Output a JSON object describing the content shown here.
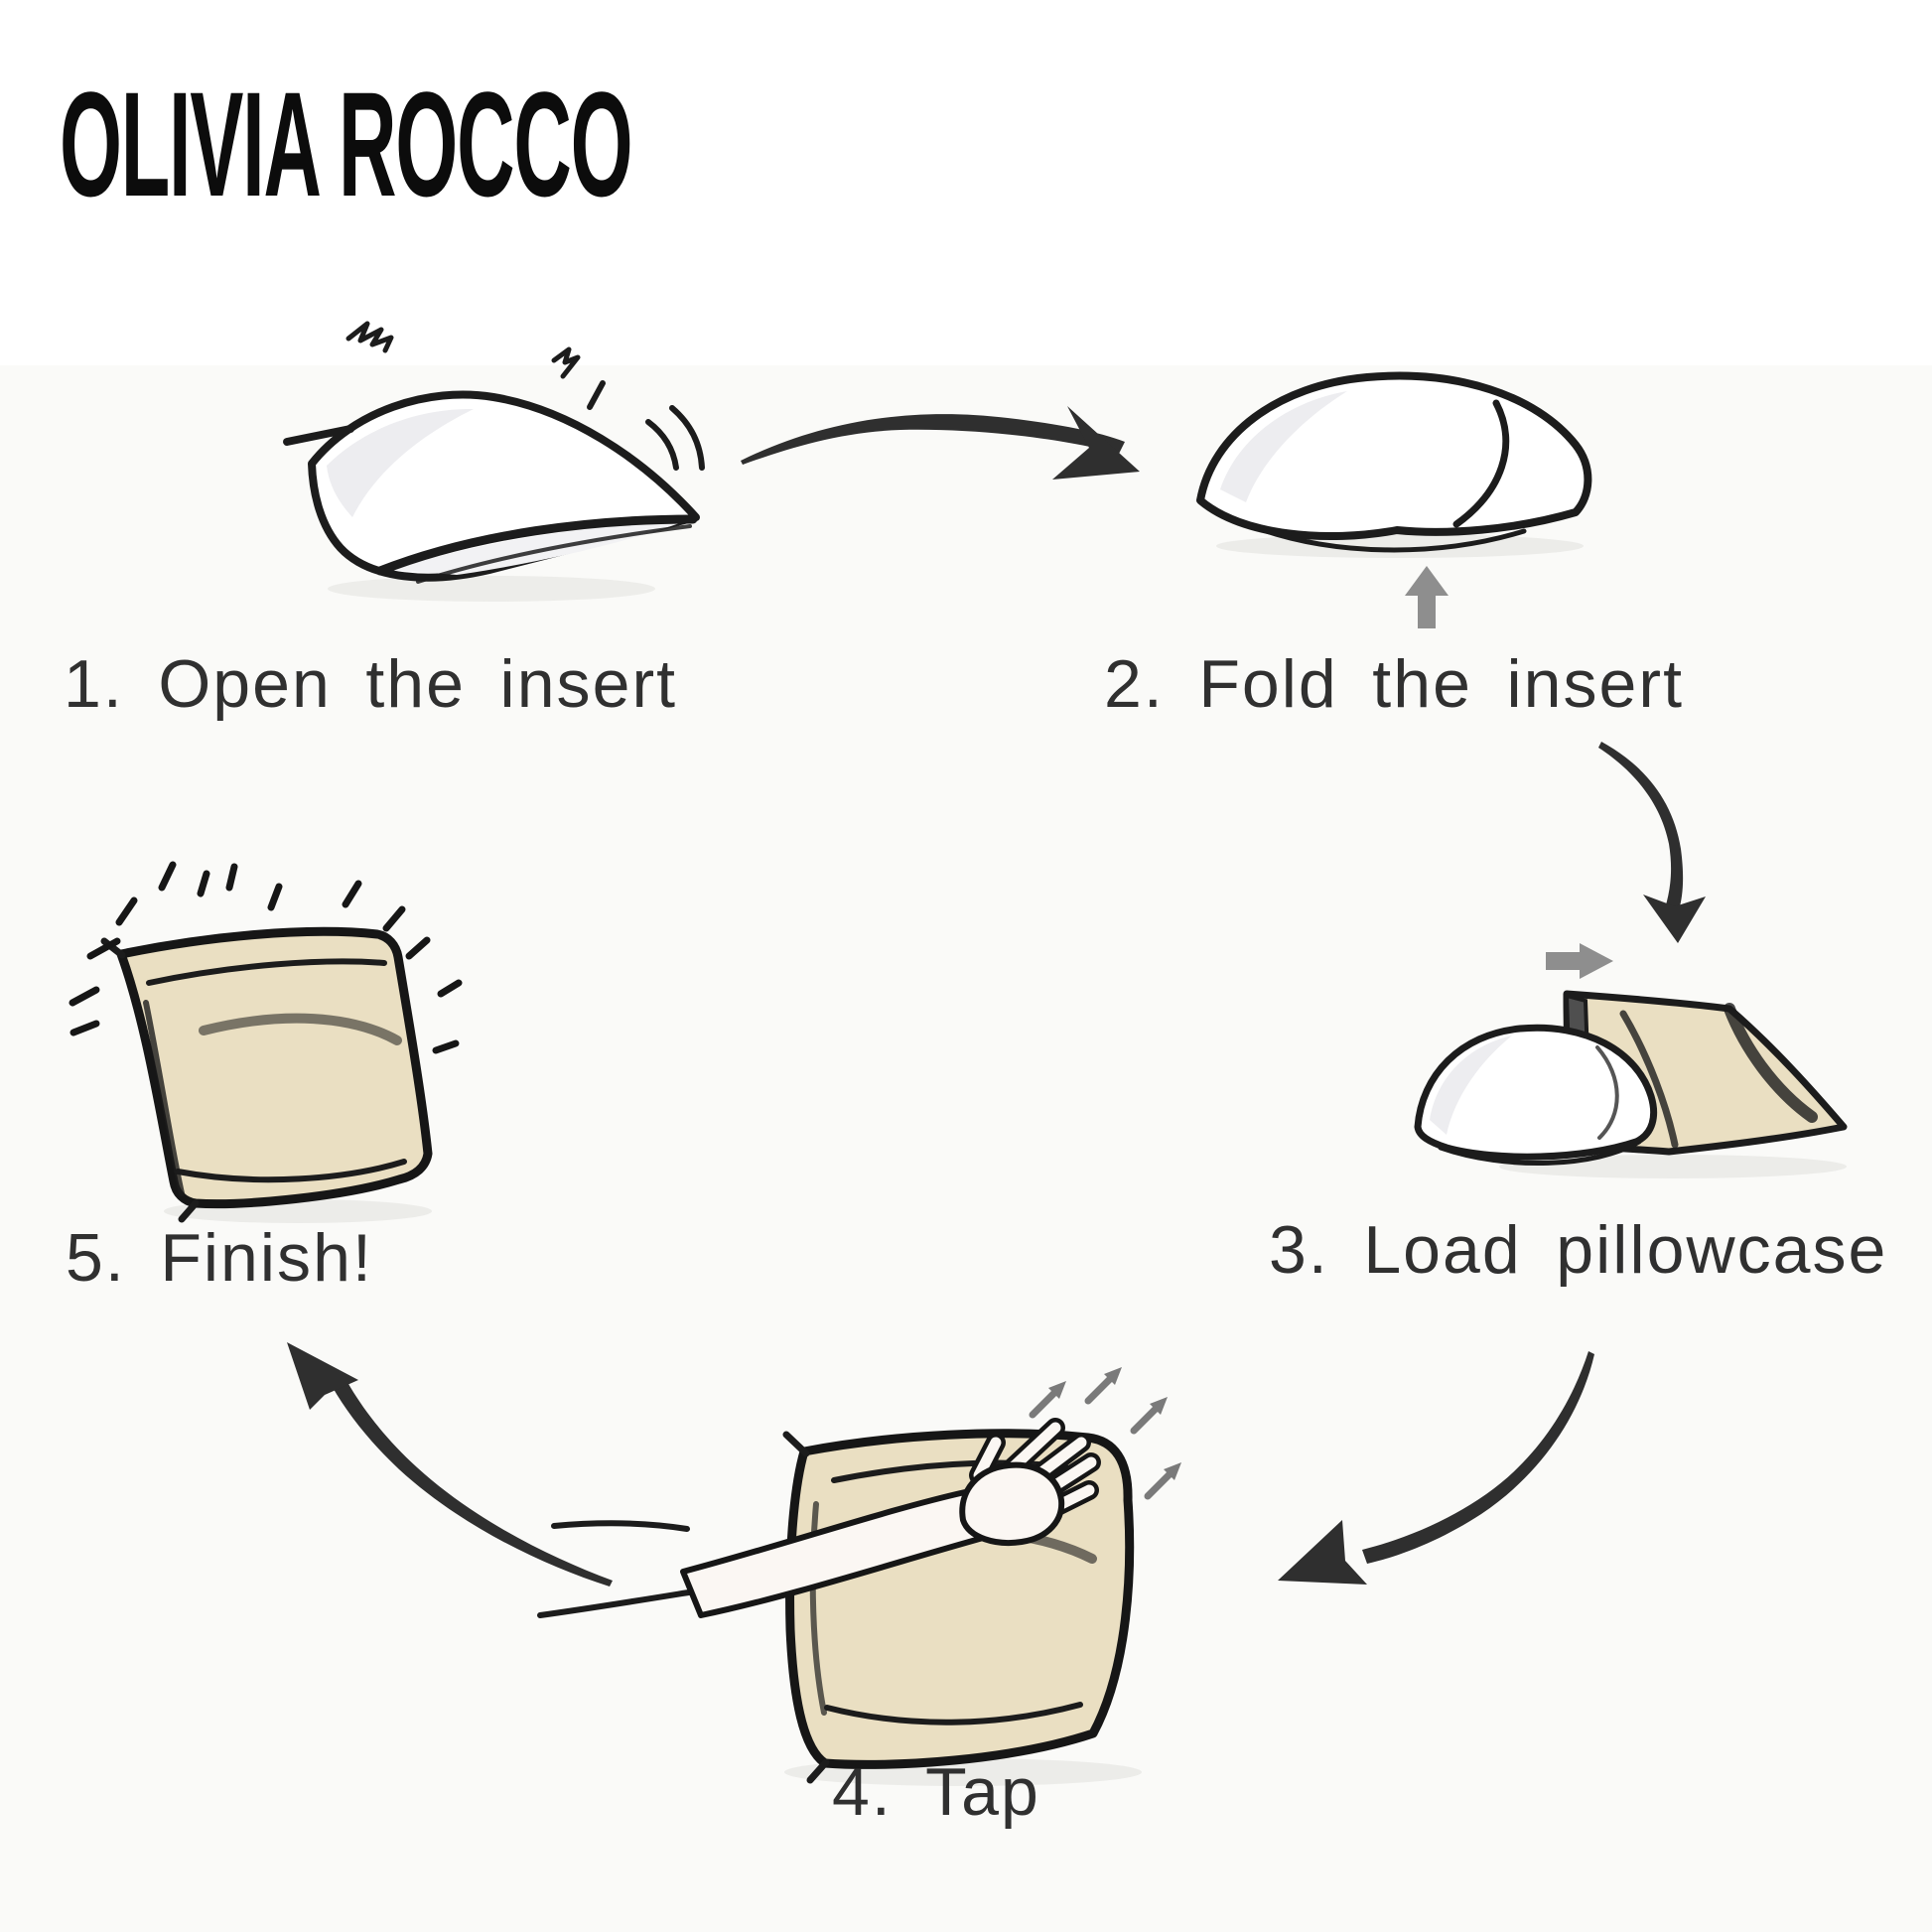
{
  "brand": {
    "logo_text": "OLIVIA ROCCO"
  },
  "steps": [
    {
      "number": "1",
      "label": "1. Open the insert",
      "illustration": "white-pillow-insert-being-fluffed-open"
    },
    {
      "number": "2",
      "label": "2. Fold the insert",
      "illustration": "white-pillow-insert-folded-with-up-arrow"
    },
    {
      "number": "3",
      "label": "3. Load pillowcase",
      "illustration": "folded-insert-sliding-into-beige-pillowcase"
    },
    {
      "number": "4",
      "label": "4. Tap",
      "illustration": "hand-and-arm-tapping-beige-pillow"
    },
    {
      "number": "5",
      "label": "5. Finish!",
      "illustration": "finished-beige-pillow-with-sparkle-dashes"
    }
  ],
  "flow": {
    "type": "cycle",
    "connections": [
      {
        "from": "1",
        "to": "2"
      },
      {
        "from": "2",
        "to": "3"
      },
      {
        "from": "3",
        "to": "4"
      },
      {
        "from": "4",
        "to": "5"
      }
    ]
  },
  "colors": {
    "background": "#ffffff",
    "illustration_band": "#fafaf8",
    "logo_ink": "#0c0c0c",
    "label_text": "#303030",
    "outline_ink": "#1c1c1c",
    "flow_arrow": "#2f2f2f",
    "hint_arrow_gray": "#8e8e8e",
    "tap_motion_arrow": "#7a7a7a",
    "pillow_white": "#ffffff",
    "pillow_white_shade": "#ededf0",
    "pillowcase_beige": "#eadfc2",
    "pillowcase_beige_shade": "#dbcdaa",
    "skin": "#fbf7f3",
    "shadow": "#e2e2df"
  }
}
